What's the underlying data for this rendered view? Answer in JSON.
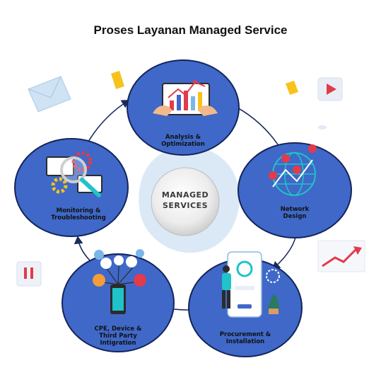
{
  "title": "Proses Layanan Managed Service",
  "center": {
    "line1": "MANAGED",
    "line2": "SERVICES"
  },
  "nodes": [
    {
      "id": "analysis",
      "line1": "Analysis &",
      "line2": "Optimization",
      "icon": "analytics-screen-icon"
    },
    {
      "id": "network",
      "line1": "Network",
      "line2": "Design",
      "icon": "globe-network-icon"
    },
    {
      "id": "procurement",
      "line1": "Procurement &",
      "line2": "Installation",
      "icon": "install-person-icon"
    },
    {
      "id": "cpe",
      "line1": "CPE, Device &",
      "line2": "Third Party",
      "line3": "Intigration",
      "icon": "smartphone-integration-icon"
    },
    {
      "id": "monitoring",
      "line1": "Monitoring &",
      "line2": "Troubleshooting",
      "icon": "monitor-gear-magnifier-icon"
    }
  ],
  "colors": {
    "node_fill": "#3f68c8",
    "node_stroke": "#14245a",
    "arrow": "#1a2a5e",
    "blob": "#dbe9f6",
    "accent_red": "#e23b4a",
    "accent_yellow": "#f7c21b"
  }
}
